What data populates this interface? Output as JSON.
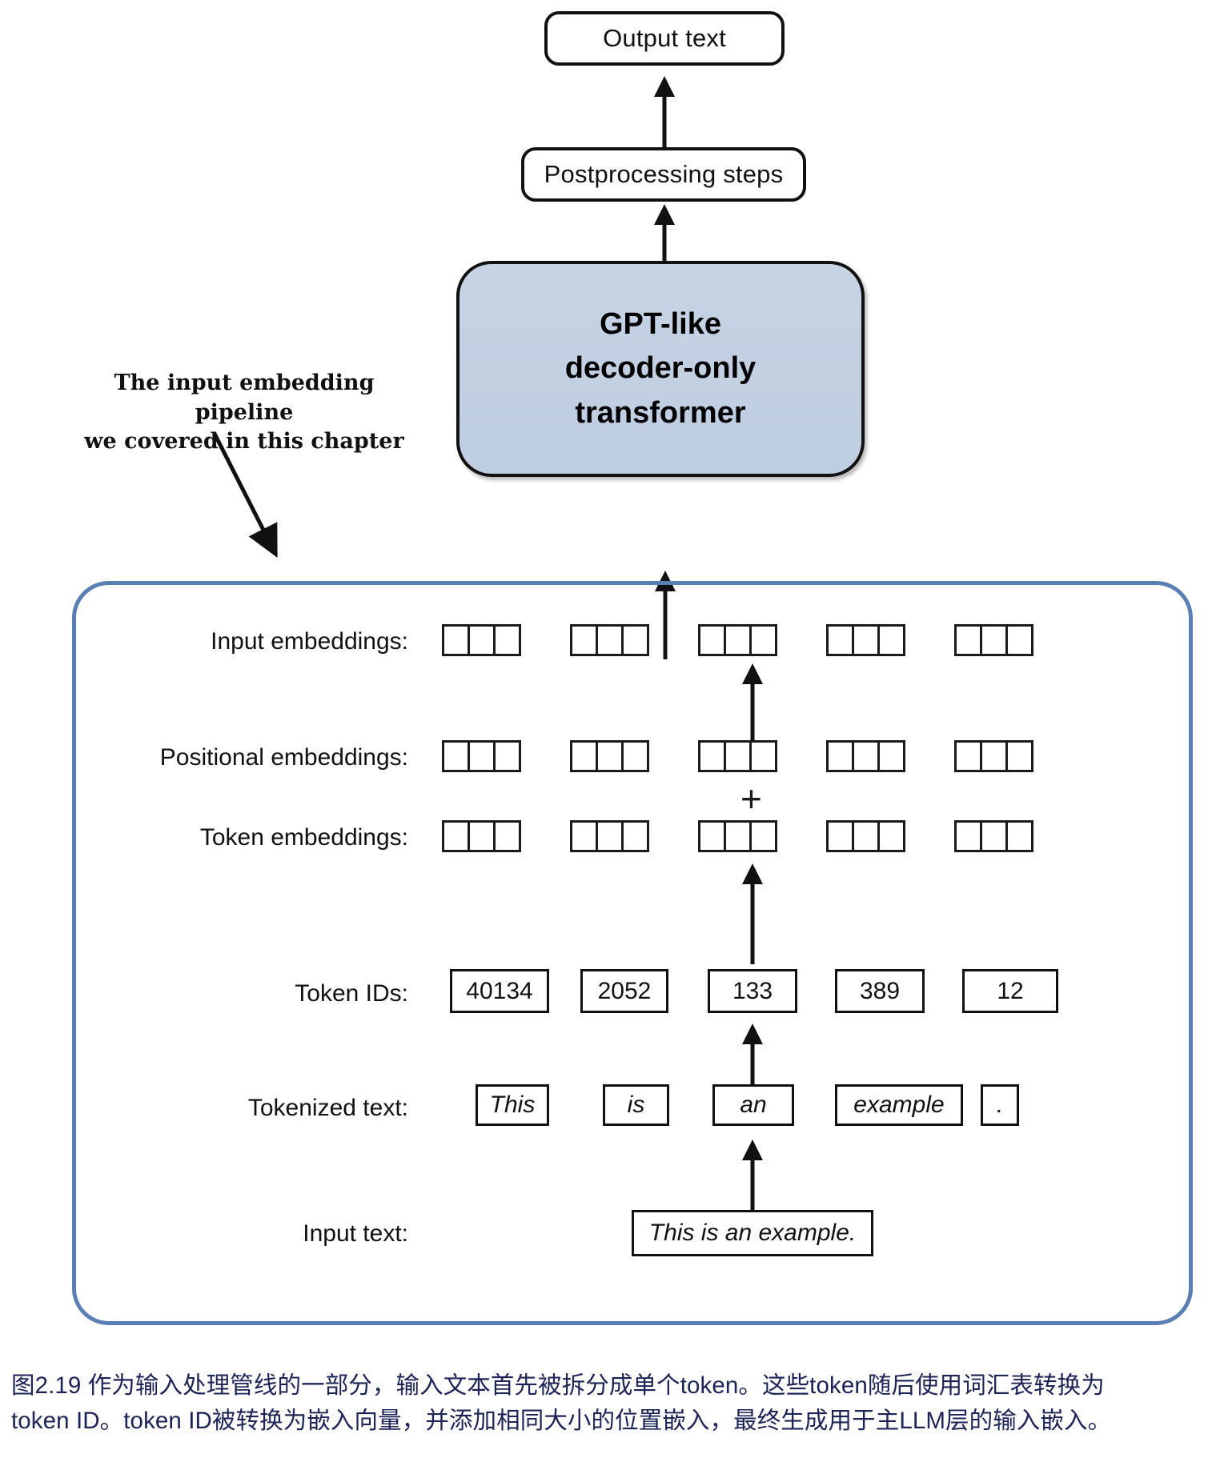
{
  "diagram": {
    "title": "Input embedding pipeline for a GPT-like decoder-only transformer",
    "colors": {
      "gpt_box_fill": "#c3d0e2",
      "pipeline_border": "#5a7fb4",
      "caption_text": "#1c2356",
      "stroke": "#111111"
    },
    "top_flow": {
      "output_text": "Output text",
      "postprocessing": "Postprocessing steps",
      "model_box": "GPT-like\ndecoder-only\ntransformer"
    },
    "annotation": {
      "text": "The input embedding pipeline\nwe covered in this chapter"
    },
    "rows": {
      "input_embeddings_label": "Input embeddings:",
      "positional_embeddings_label": "Positional embeddings:",
      "token_embeddings_label": "Token embeddings:",
      "token_ids_label": "Token IDs:",
      "tokenized_text_label": "Tokenized text:",
      "input_text_label": "Input text:"
    },
    "operator": {
      "add": "+"
    },
    "cells_per_group": 3,
    "num_columns": 5,
    "token_ids": [
      "40134",
      "2052",
      "133",
      "389",
      "12"
    ],
    "tokens": [
      "This",
      "is",
      "an",
      "example",
      "."
    ],
    "input_text": "This is an example."
  },
  "caption": {
    "line1": "图2.19 作为输入处理管线的一部分，输入文本首先被拆分成单个token。这些token随后使用词汇表转换为",
    "line2": "token ID。token ID被转换为嵌入向量，并添加相同大小的位置嵌入，最终生成用于主LLM层的输入嵌入。"
  }
}
